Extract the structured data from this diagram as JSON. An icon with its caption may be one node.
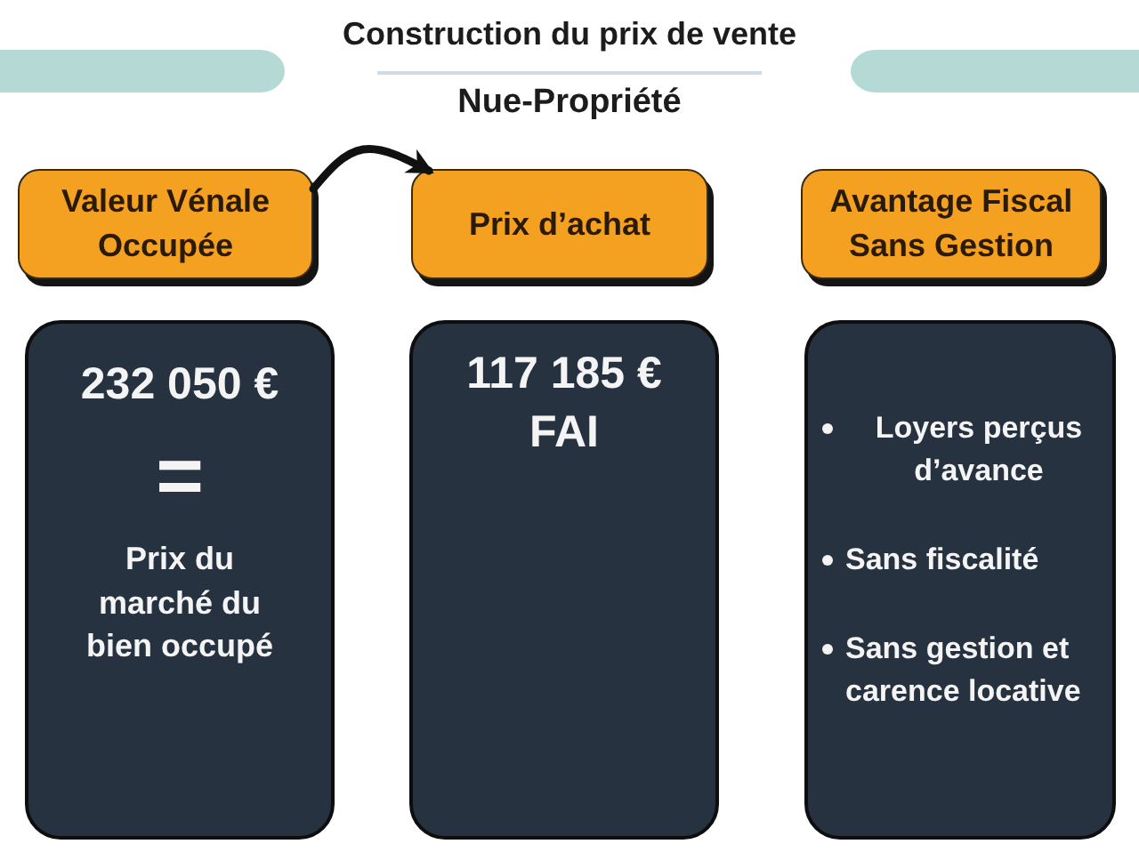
{
  "diagram": {
    "title": "Construction du prix de vente",
    "nodes": [
      {
        "text": [
          "Valeur Vénale Occupée"
        ]
      },
      {
        "text": [
          "Prix d’achat"
        ]
      },
      {
        "text": [
          "Avantage Fiscal Sans Gestion"
        ]
      },
      {
        "text": [
          "232 050 €",
          "=",
          "Prix du marché du bien occupé"
        ]
      },
      {
        "text": [
          "117 185 € FAI"
        ]
      },
      {
        "text": [
          "Loyers perçus d’avance",
          "Sans fiscalité",
          "Sans gestion et carence locative"
        ]
      }
    ],
    "edges": [
      {
        "from": 0,
        "to": 1,
        "arrow": "to"
      }
    ],
    "labels": [
      "Nue-Propriété"
    ]
  }
}
